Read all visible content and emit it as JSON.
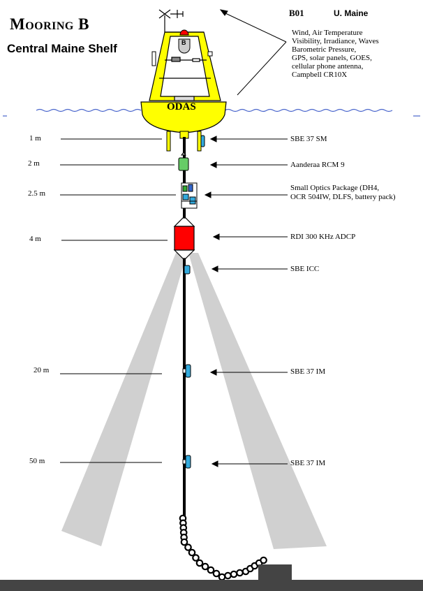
{
  "title": "Mooring B",
  "subtitle": "Central Maine Shelf",
  "station_id": "B01",
  "operator": "U. Maine",
  "buoy_label": "ODAS",
  "buoy_badge": "B",
  "surface_instruments": [
    "Wind, Air Temperature",
    "Visibility, Irradiance, Waves",
    "Barometric Pressure,",
    "GPS, solar panels, GOES,",
    "cellular phone antenna,",
    "Campbell CR10X"
  ],
  "depths": [
    {
      "depth_label": "1 m",
      "instrument": "SBE 37 SM"
    },
    {
      "depth_label": "2  m",
      "instrument": "Aanderaa RCM 9"
    },
    {
      "depth_label": "2.5 m",
      "instrument": "Small Optics Package (DH4,",
      "instrument_line2": "OCR 504IW, DLFS, battery pack)"
    },
    {
      "depth_label": "4 m",
      "instrument": "RDI 300 KHz ADCP"
    },
    {
      "depth_label": "",
      "instrument": "SBE ICC"
    },
    {
      "depth_label": "20 m",
      "instrument": "SBE 37 IM"
    },
    {
      "depth_label": "50 m",
      "instrument": "SBE 37 IM"
    }
  ],
  "colors": {
    "buoy": "#ffff00",
    "adcp": "#ff0000",
    "sensor": "#33aadd",
    "beam": "#d0d0d0",
    "seafloor": "#444444",
    "water_line": "#4a66cc"
  }
}
